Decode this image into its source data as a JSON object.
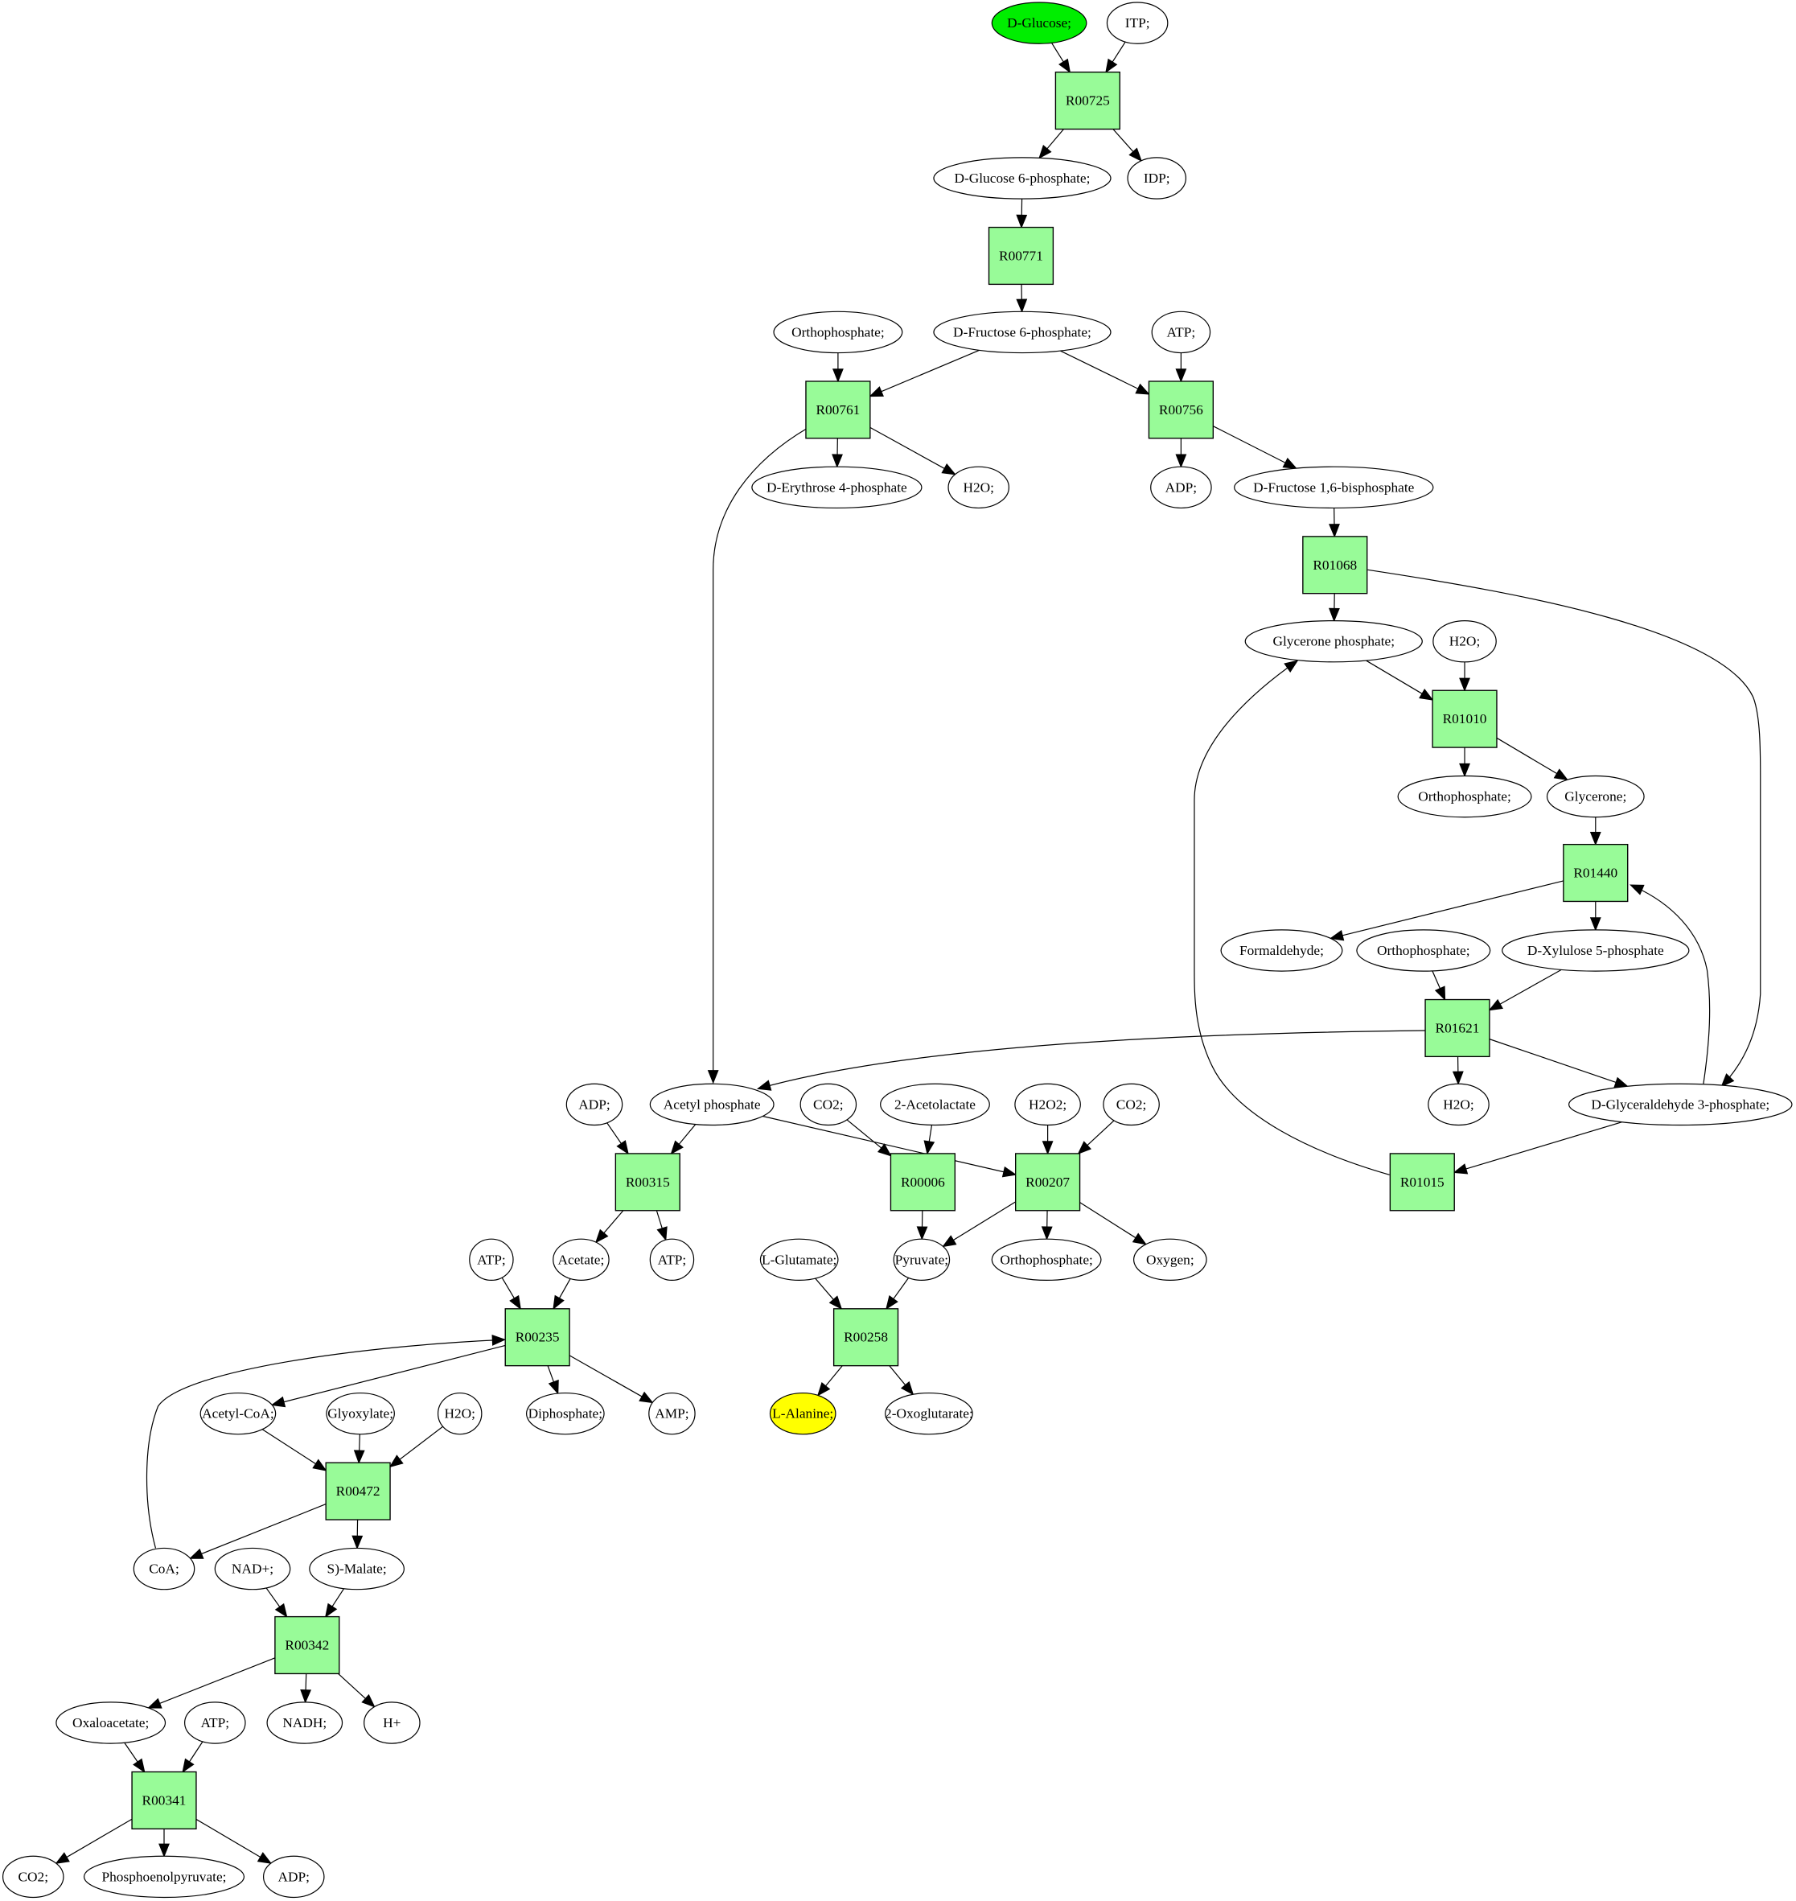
{
  "diagram": {
    "type": "metabolic-pathway-graph",
    "colors": {
      "reaction_fill": "#98fb98",
      "source_fill": "#00ee00",
      "target_fill": "#ffff00",
      "default_fill": "#ffffff",
      "stroke": "#000000"
    },
    "compounds": [
      {
        "id": "c_glucose",
        "label": "D-Glucose;",
        "role": "source"
      },
      {
        "id": "c_itp",
        "label": "ITP;"
      },
      {
        "id": "c_g6p",
        "label": "D-Glucose 6-phosphate;"
      },
      {
        "id": "c_idp",
        "label": "IDP;"
      },
      {
        "id": "c_ortho1",
        "label": "Orthophosphate;"
      },
      {
        "id": "c_f6p",
        "label": "D-Fructose 6-phosphate;"
      },
      {
        "id": "c_atp1",
        "label": "ATP;"
      },
      {
        "id": "c_e4p",
        "label": "D-Erythrose 4-phosphate"
      },
      {
        "id": "c_h2o1",
        "label": "H2O;"
      },
      {
        "id": "c_adp1",
        "label": "ADP;"
      },
      {
        "id": "c_fbp",
        "label": "D-Fructose 1,6-bisphosphate"
      },
      {
        "id": "c_dhap",
        "label": "Glycerone phosphate;"
      },
      {
        "id": "c_h2o2",
        "label": "H2O;"
      },
      {
        "id": "c_ortho2",
        "label": "Orthophosphate;"
      },
      {
        "id": "c_glycerone",
        "label": "Glycerone;"
      },
      {
        "id": "c_formald",
        "label": "Formaldehyde;"
      },
      {
        "id": "c_ortho3",
        "label": "Orthophosphate;"
      },
      {
        "id": "c_x5p",
        "label": "D-Xylulose 5-phosphate"
      },
      {
        "id": "c_h2o3",
        "label": "H2O;"
      },
      {
        "id": "c_g3p",
        "label": "D-Glyceraldehyde 3-phosphate;"
      },
      {
        "id": "c_adp2",
        "label": "ADP;"
      },
      {
        "id": "c_acp",
        "label": "Acetyl phosphate"
      },
      {
        "id": "c_co2a",
        "label": "CO2;"
      },
      {
        "id": "c_acetolac",
        "label": "2-Acetolactate"
      },
      {
        "id": "c_h2o2b",
        "label": "H2O2;"
      },
      {
        "id": "c_co2b",
        "label": "CO2;"
      },
      {
        "id": "c_atp2",
        "label": "ATP;"
      },
      {
        "id": "c_acetate",
        "label": "Acetate;"
      },
      {
        "id": "c_atp3",
        "label": "ATP;"
      },
      {
        "id": "c_glu",
        "label": "L-Glutamate;"
      },
      {
        "id": "c_pyr",
        "label": "Pyruvate;"
      },
      {
        "id": "c_ortho4",
        "label": "Orthophosphate;"
      },
      {
        "id": "c_oxygen",
        "label": "Oxygen;"
      },
      {
        "id": "c_accoa",
        "label": "Acetyl-CoA;"
      },
      {
        "id": "c_glyox",
        "label": "Glyoxylate;"
      },
      {
        "id": "c_h2o4",
        "label": "H2O;"
      },
      {
        "id": "c_diphos",
        "label": "Diphosphate;"
      },
      {
        "id": "c_amp",
        "label": "AMP;"
      },
      {
        "id": "c_ala",
        "label": "L-Alanine;",
        "role": "target"
      },
      {
        "id": "c_2og",
        "label": "2-Oxoglutarate;"
      },
      {
        "id": "c_coa",
        "label": "CoA;"
      },
      {
        "id": "c_nad",
        "label": "NAD+;"
      },
      {
        "id": "c_malate",
        "label": "S)-Malate;"
      },
      {
        "id": "c_oaa",
        "label": "Oxaloacetate;"
      },
      {
        "id": "c_atp4",
        "label": "ATP;"
      },
      {
        "id": "c_nadh",
        "label": "NADH;"
      },
      {
        "id": "c_hplus",
        "label": "H+"
      },
      {
        "id": "c_co2c",
        "label": "CO2;"
      },
      {
        "id": "c_pep",
        "label": "Phosphoenolpyruvate;"
      },
      {
        "id": "c_adp3",
        "label": "ADP;"
      }
    ],
    "reactions": [
      {
        "id": "R00725",
        "label": "R00725"
      },
      {
        "id": "R00771",
        "label": "R00771"
      },
      {
        "id": "R00761",
        "label": "R00761"
      },
      {
        "id": "R00756",
        "label": "R00756"
      },
      {
        "id": "R01068",
        "label": "R01068"
      },
      {
        "id": "R01010",
        "label": "R01010"
      },
      {
        "id": "R01440",
        "label": "R01440"
      },
      {
        "id": "R01621",
        "label": "R01621"
      },
      {
        "id": "R01015",
        "label": "R01015"
      },
      {
        "id": "R00315",
        "label": "R00315"
      },
      {
        "id": "R00006",
        "label": "R00006"
      },
      {
        "id": "R00207",
        "label": "R00207"
      },
      {
        "id": "R00235",
        "label": "R00235"
      },
      {
        "id": "R00258",
        "label": "R00258"
      },
      {
        "id": "R00472",
        "label": "R00472"
      },
      {
        "id": "R00342",
        "label": "R00342"
      },
      {
        "id": "R00341",
        "label": "R00341"
      }
    ],
    "edges": [
      {
        "from": "c_glucose",
        "to": "R00725"
      },
      {
        "from": "c_itp",
        "to": "R00725"
      },
      {
        "from": "R00725",
        "to": "c_g6p"
      },
      {
        "from": "R00725",
        "to": "c_idp"
      },
      {
        "from": "c_g6p",
        "to": "R00771"
      },
      {
        "from": "R00771",
        "to": "c_f6p"
      },
      {
        "from": "c_ortho1",
        "to": "R00761"
      },
      {
        "from": "c_f6p",
        "to": "R00761"
      },
      {
        "from": "c_f6p",
        "to": "R00756"
      },
      {
        "from": "c_atp1",
        "to": "R00756"
      },
      {
        "from": "R00761",
        "to": "c_e4p"
      },
      {
        "from": "R00761",
        "to": "c_h2o1"
      },
      {
        "from": "R00761",
        "to": "c_acp"
      },
      {
        "from": "R00756",
        "to": "c_adp1"
      },
      {
        "from": "R00756",
        "to": "c_fbp"
      },
      {
        "from": "c_fbp",
        "to": "R01068"
      },
      {
        "from": "R01068",
        "to": "c_dhap"
      },
      {
        "from": "R01068",
        "to": "c_g3p"
      },
      {
        "from": "c_dhap",
        "to": "R01010"
      },
      {
        "from": "c_h2o2",
        "to": "R01010"
      },
      {
        "from": "R01010",
        "to": "c_ortho2"
      },
      {
        "from": "R01010",
        "to": "c_glycerone"
      },
      {
        "from": "c_glycerone",
        "to": "R01440"
      },
      {
        "from": "c_g3p",
        "to": "R01440"
      },
      {
        "from": "R01440",
        "to": "c_formald"
      },
      {
        "from": "R01440",
        "to": "c_x5p"
      },
      {
        "from": "c_ortho3",
        "to": "R01621"
      },
      {
        "from": "c_x5p",
        "to": "R01621"
      },
      {
        "from": "R01621",
        "to": "c_acp"
      },
      {
        "from": "R01621",
        "to": "c_h2o3"
      },
      {
        "from": "R01621",
        "to": "c_g3p"
      },
      {
        "from": "c_g3p",
        "to": "R01015"
      },
      {
        "from": "R01015",
        "to": "c_dhap"
      },
      {
        "from": "c_adp2",
        "to": "R00315"
      },
      {
        "from": "c_acp",
        "to": "R00315"
      },
      {
        "from": "c_acp",
        "to": "R00207"
      },
      {
        "from": "c_co2a",
        "to": "R00006"
      },
      {
        "from": "c_acetolac",
        "to": "R00006"
      },
      {
        "from": "c_h2o2b",
        "to": "R00207"
      },
      {
        "from": "c_co2b",
        "to": "R00207"
      },
      {
        "from": "R00315",
        "to": "c_acetate"
      },
      {
        "from": "R00315",
        "to": "c_atp3"
      },
      {
        "from": "R00006",
        "to": "c_pyr"
      },
      {
        "from": "R00207",
        "to": "c_pyr"
      },
      {
        "from": "R00207",
        "to": "c_ortho4"
      },
      {
        "from": "R00207",
        "to": "c_oxygen"
      },
      {
        "from": "c_atp2",
        "to": "R00235"
      },
      {
        "from": "c_acetate",
        "to": "R00235"
      },
      {
        "from": "c_coa",
        "to": "R00235"
      },
      {
        "from": "R00235",
        "to": "c_accoa"
      },
      {
        "from": "R00235",
        "to": "c_diphos"
      },
      {
        "from": "R00235",
        "to": "c_amp"
      },
      {
        "from": "c_glu",
        "to": "R00258"
      },
      {
        "from": "c_pyr",
        "to": "R00258"
      },
      {
        "from": "R00258",
        "to": "c_ala"
      },
      {
        "from": "R00258",
        "to": "c_2og"
      },
      {
        "from": "c_accoa",
        "to": "R00472"
      },
      {
        "from": "c_glyox",
        "to": "R00472"
      },
      {
        "from": "c_h2o4",
        "to": "R00472"
      },
      {
        "from": "R00472",
        "to": "c_coa"
      },
      {
        "from": "R00472",
        "to": "c_malate"
      },
      {
        "from": "c_nad",
        "to": "R00342"
      },
      {
        "from": "c_malate",
        "to": "R00342"
      },
      {
        "from": "R00342",
        "to": "c_oaa"
      },
      {
        "from": "R00342",
        "to": "c_nadh"
      },
      {
        "from": "R00342",
        "to": "c_hplus"
      },
      {
        "from": "c_oaa",
        "to": "R00341"
      },
      {
        "from": "c_atp4",
        "to": "R00341"
      },
      {
        "from": "R00341",
        "to": "c_co2c"
      },
      {
        "from": "R00341",
        "to": "c_pep"
      },
      {
        "from": "R00341",
        "to": "c_adp3"
      }
    ]
  }
}
